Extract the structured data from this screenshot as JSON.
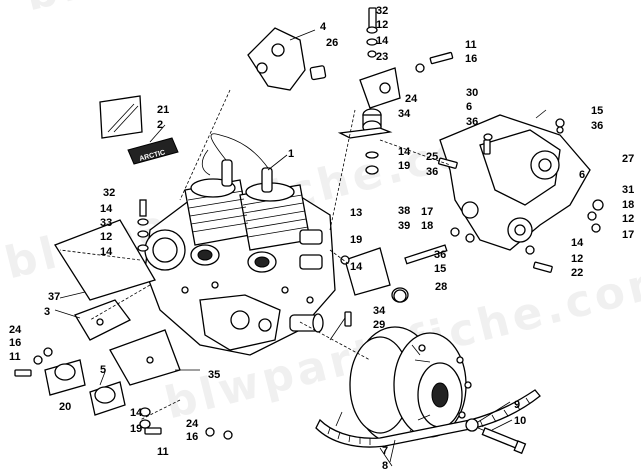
{
  "watermark": "blwpartsfiche.com",
  "callouts": {
    "c1": "1",
    "c2": "2",
    "c3": "3",
    "c4": "4",
    "c5": "5",
    "c6a": "6",
    "c6b": "6",
    "c7": "7",
    "c8": "8",
    "c9": "9",
    "c10": "10",
    "c11a": "11",
    "c11b": "11",
    "c11c": "11",
    "c12a": "12",
    "c12b": "12",
    "c12c": "12",
    "c12d": "12",
    "c13": "13",
    "c14a": "14",
    "c14b": "14",
    "c14c": "14",
    "c14d": "14",
    "c14e": "14",
    "c14f": "14",
    "c14g": "14",
    "c15a": "15",
    "c15b": "15",
    "c16a": "16",
    "c16b": "16",
    "c16c": "16",
    "c17a": "17",
    "c17b": "17",
    "c18a": "18",
    "c18b": "18",
    "c19a": "19",
    "c19b": "19",
    "c19c": "19",
    "c20": "20",
    "c21": "21",
    "c22": "22",
    "c23": "23",
    "c24a": "24",
    "c24b": "24",
    "c24c": "24",
    "c25": "25",
    "c26": "26",
    "c27": "27",
    "c28": "28",
    "c29": "29",
    "c30": "30",
    "c31": "31",
    "c32a": "32",
    "c32b": "32",
    "c33": "33",
    "c34a": "34",
    "c34b": "34",
    "c35": "35",
    "c36a": "36",
    "c36b": "36",
    "c36c": "36",
    "c36d": "36",
    "c37": "37",
    "c38": "38",
    "c39": "39"
  },
  "decal_text": "ARCTIC"
}
